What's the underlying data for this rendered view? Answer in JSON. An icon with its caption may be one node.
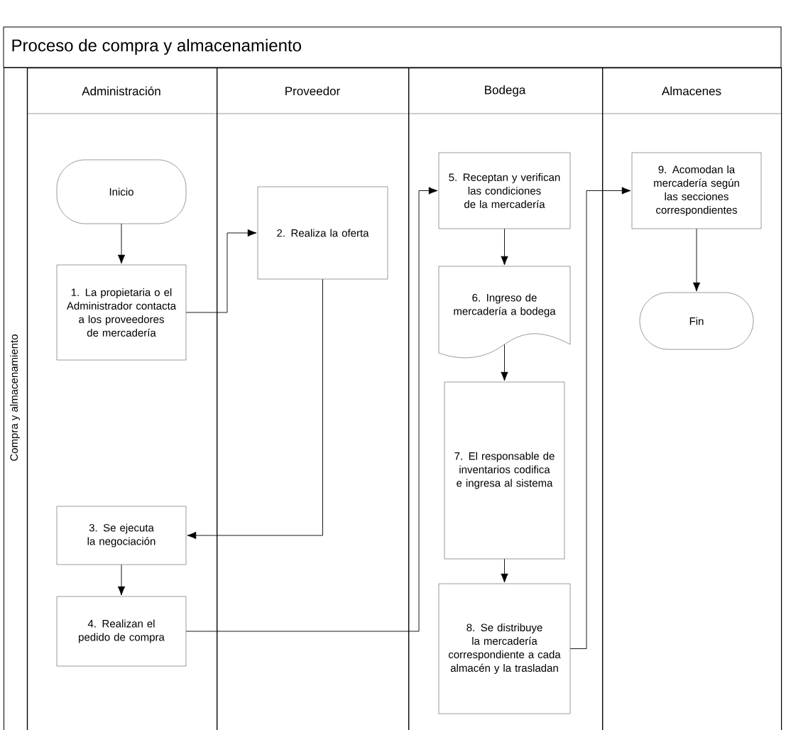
{
  "diagram": {
    "title": "Proceso de compra y almacenamiento",
    "nodes": [
      {
        "text": [
          "Compra y almacenamiento"
        ]
      },
      {
        "text": [
          "Administración"
        ],
        "in": 0
      },
      {
        "text": [
          "Proveedor"
        ],
        "in": 0
      },
      {
        "text": [
          "Bodega"
        ],
        "in": 0
      },
      {
        "text": [
          "Almacenes"
        ],
        "in": 0
      },
      {
        "text": [
          "Inicio"
        ],
        "in": 1
      },
      {
        "text": [
          "1. La propietaria o el Administrador contacta a los proveedores de mercadería"
        ],
        "in": 1
      },
      {
        "text": [
          "2. Realiza la oferta"
        ],
        "in": 2
      },
      {
        "text": [
          "3. Se ejecuta la negociación"
        ],
        "in": 1
      },
      {
        "text": [
          "4. Realizan el pedido de compra"
        ],
        "in": 1
      },
      {
        "text": [
          "5. Receptan y verifican las condiciones de la mercadería"
        ],
        "in": 3
      },
      {
        "text": [
          "6. Ingreso de mercadería a bodega"
        ],
        "in": 3
      },
      {
        "text": [
          "7. El responsable de inventarios codifica e ingresa al sistema"
        ],
        "in": 3
      },
      {
        "text": [
          "8. Se distribuye la mercadería correspondiente a cada almacén y la trasladan"
        ],
        "in": 3
      },
      {
        "text": [
          "9. Acomodan la mercadería según las secciones correspondientes"
        ],
        "in": 4
      },
      {
        "text": [
          "Fin"
        ],
        "in": 4
      }
    ],
    "edges": [
      {
        "from": 5,
        "to": 6,
        "arrow": "to"
      },
      {
        "from": 6,
        "to": 7,
        "arrow": "to"
      },
      {
        "from": 7,
        "to": 8,
        "arrow": "to"
      },
      {
        "from": 8,
        "to": 9,
        "arrow": "to"
      },
      {
        "from": 9,
        "to": 10,
        "arrow": "to"
      },
      {
        "from": 10,
        "to": 11,
        "arrow": "to"
      },
      {
        "from": 11,
        "to": 12,
        "arrow": "to"
      },
      {
        "from": 12,
        "to": 13,
        "arrow": "to"
      },
      {
        "from": 13,
        "to": 14,
        "arrow": "to"
      },
      {
        "from": 14,
        "to": 15,
        "arrow": "to"
      }
    ]
  }
}
